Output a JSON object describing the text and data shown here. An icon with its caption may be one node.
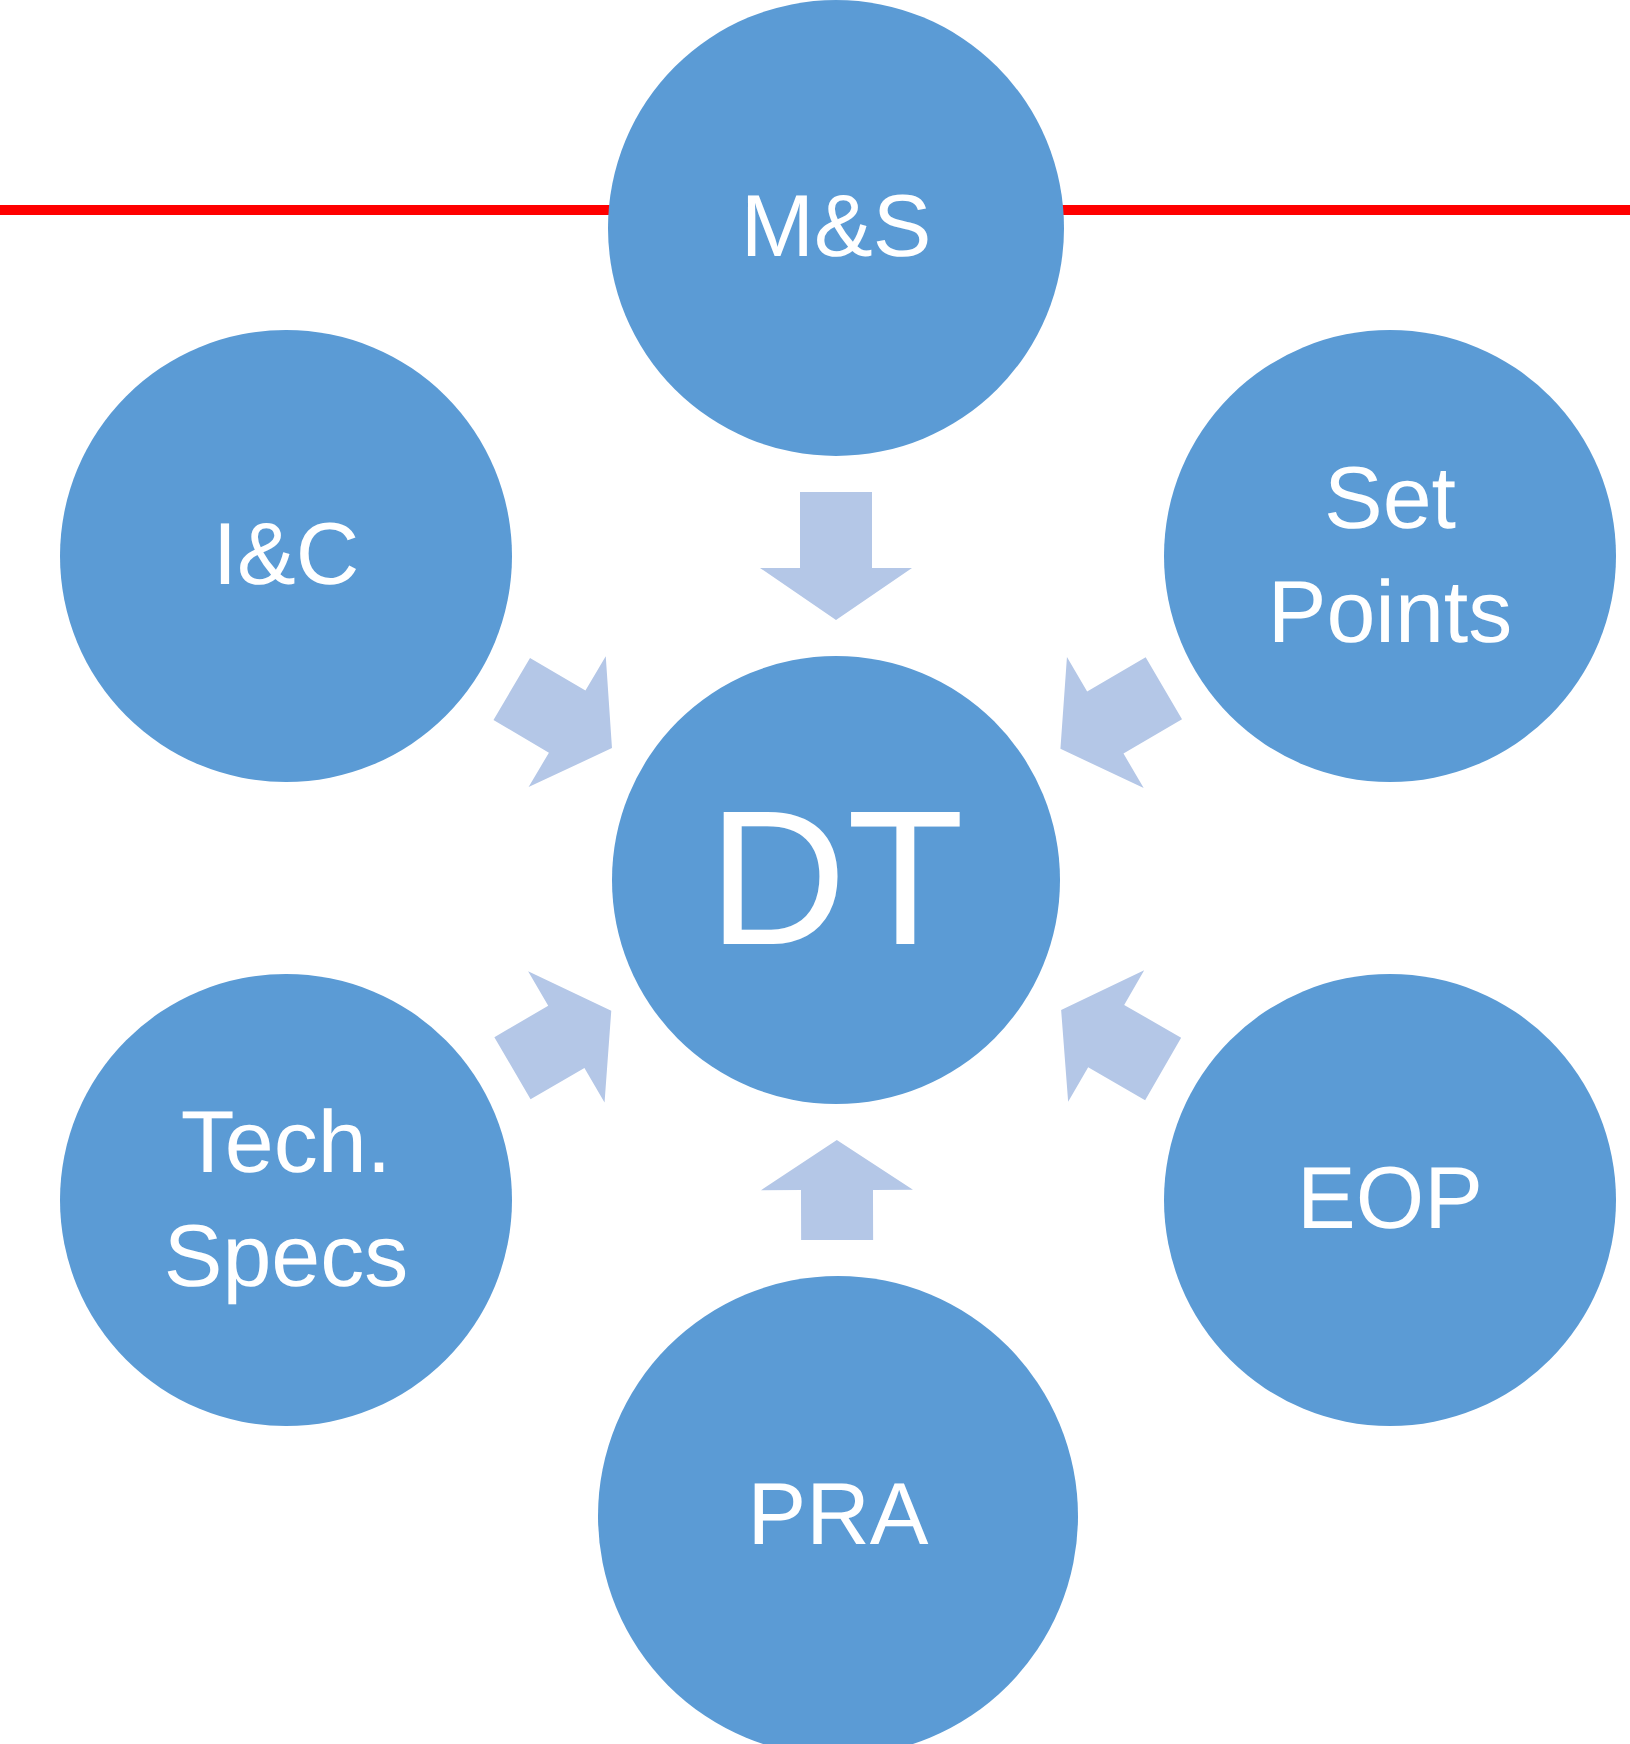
{
  "diagram": {
    "nodes": [
      {
        "text": [
          "M&S"
        ]
      },
      {
        "text": [
          "I&C"
        ]
      },
      {
        "text": [
          "Set Points"
        ]
      },
      {
        "text": [
          "DT"
        ]
      },
      {
        "text": [
          "Tech. Specs"
        ]
      },
      {
        "text": [
          "EOP"
        ]
      },
      {
        "text": [
          "PRA"
        ]
      }
    ],
    "edges": [
      {
        "from": 0,
        "to": 3,
        "arrow": "to"
      },
      {
        "from": 1,
        "to": 3,
        "arrow": "to"
      },
      {
        "from": 2,
        "to": 3,
        "arrow": "to"
      },
      {
        "from": 4,
        "to": 3,
        "arrow": "to"
      },
      {
        "from": 5,
        "to": 3,
        "arrow": "to"
      },
      {
        "from": 6,
        "to": 3,
        "arrow": "to"
      }
    ]
  }
}
